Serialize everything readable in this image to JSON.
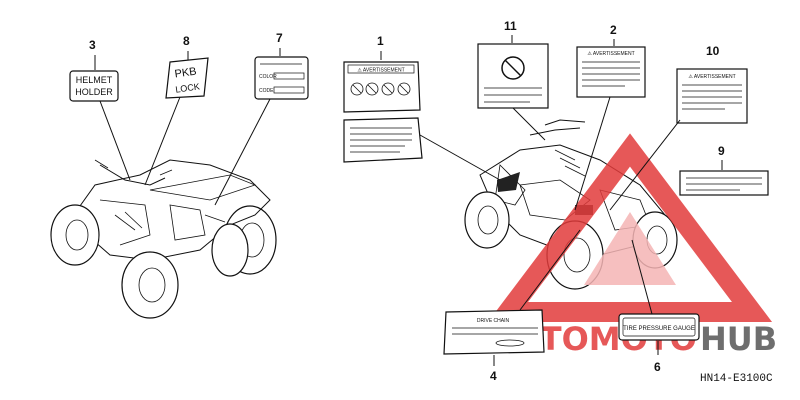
{
  "diagram_code": "HN14-E3100C",
  "watermark": {
    "left": "AUTOMOTO",
    "right": "HUB",
    "color": "#e23b3b",
    "fill_light": "#f2a0a0"
  },
  "callouts": [
    {
      "id": "c1",
      "number": "1"
    },
    {
      "id": "c2",
      "number": "2"
    },
    {
      "id": "c3",
      "number": "3"
    },
    {
      "id": "c4",
      "number": "4"
    },
    {
      "id": "c6",
      "number": "6"
    },
    {
      "id": "c7",
      "number": "7"
    },
    {
      "id": "c8",
      "number": "8"
    },
    {
      "id": "c9",
      "number": "9"
    },
    {
      "id": "c10",
      "number": "10"
    },
    {
      "id": "c11",
      "number": "11"
    }
  ],
  "labels": {
    "helmet_holder": [
      "HELMET",
      "HOLDER"
    ],
    "pkb_lock": [
      "PKB",
      "LOCK"
    ],
    "color_code": [
      "COLOR",
      "CODE"
    ],
    "warning_header": "⚠ AVERTISSEMENT",
    "drive_chain": "DRIVE CHAIN",
    "tire_pressure_gauge": "TIRE PRESSURE GAUGE"
  }
}
